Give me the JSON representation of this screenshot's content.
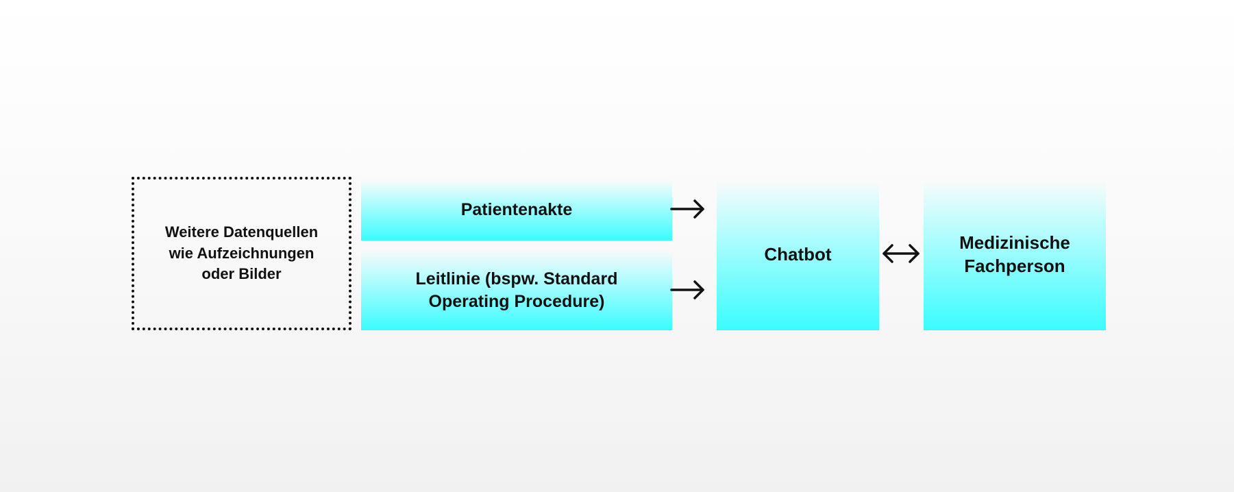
{
  "diagram": {
    "sources": {
      "label": "Weitere Datenquellen\nwie Aufzeichnungen\noder Bilder"
    },
    "patient_record": {
      "label": "Patientenakte"
    },
    "guideline": {
      "label": "Leitlinie (bspw. Standard\nOperating Procedure)"
    },
    "chatbot": {
      "label": "Chatbot"
    },
    "professional": {
      "label": "Medizinische\nFachperson"
    }
  },
  "colors": {
    "box_fill": "#3afcfe",
    "text": "#111111",
    "border": "#111111"
  },
  "icons": {
    "arrow_right": "arrow-right-icon",
    "arrow_bidirectional": "arrow-left-right-icon"
  }
}
